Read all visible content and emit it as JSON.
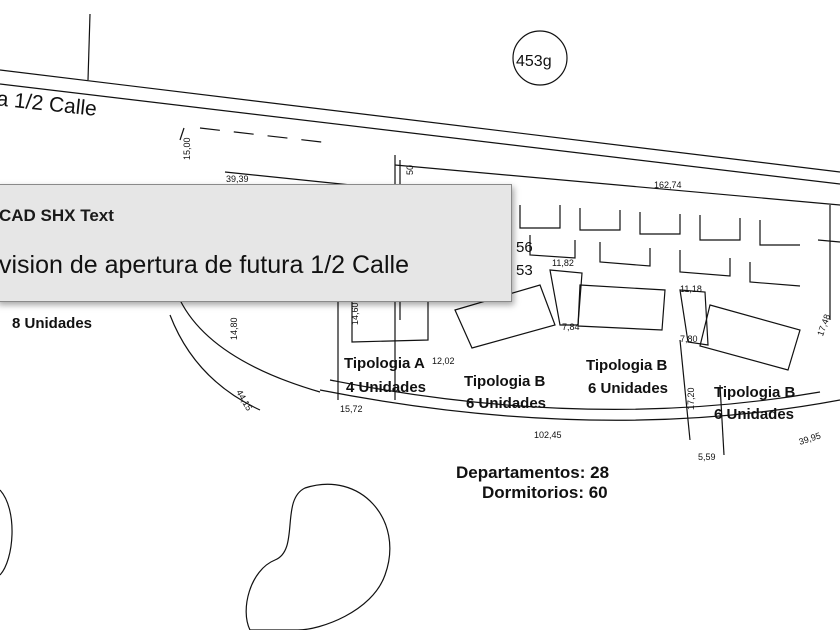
{
  "drawing": {
    "street_label": "a 1/2 Calle",
    "lot_number": "453g",
    "units_8": "8 Unidades",
    "blocks": [
      {
        "type": "Tipologia A",
        "units": "4 Unidades"
      },
      {
        "type": "Tipologia B",
        "units": "6 Unidades"
      },
      {
        "type": "Tipologia B",
        "units": "6 Unidades"
      },
      {
        "type": "Tipologia B",
        "units": "6 Unidades"
      }
    ],
    "dimensions": [
      "15,00",
      "39,39",
      "162,74",
      "14,80",
      "44,15",
      "15,72",
      "102,45",
      "11,82",
      "11,18",
      "7,84",
      "7,80",
      "17,48",
      "17,20",
      "12,02",
      "5,59",
      "39,95",
      "14,60",
      "50",
      "56",
      "53"
    ],
    "summary": {
      "departamentos": "Departamentos: 28",
      "dormitorios": "Dormitorios: 60"
    }
  },
  "tooltip": {
    "title": "CAD SHX Text",
    "body": "vision de apertura de futura 1/2 Calle"
  }
}
